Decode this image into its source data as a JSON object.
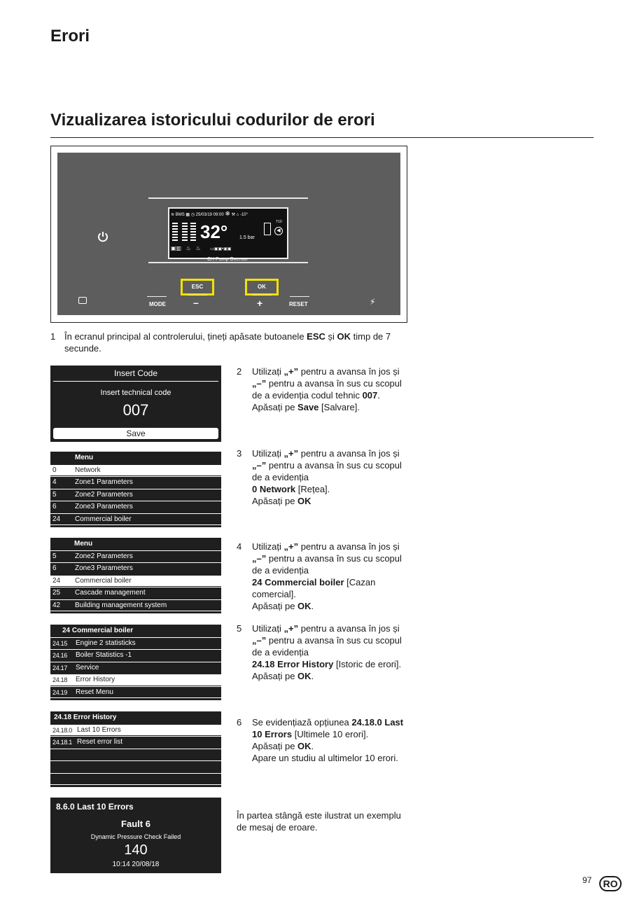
{
  "headings": {
    "section": "Erori",
    "title": "Vizualizarea istoricului codurilor de erori"
  },
  "controller": {
    "date_time": "25/03/19 09:00",
    "outdoor": "-10°",
    "temperature": "32°",
    "pressure": "1.5 bar",
    "t10": "T10",
    "status": "CH Pump Overrun",
    "bms": "BMS",
    "buttons": {
      "esc": "ESC",
      "ok": "OK",
      "mode": "MODE",
      "minus": "–",
      "plus": "+",
      "reset": "RESET"
    },
    "highlight_color": "#f2e100"
  },
  "steps": {
    "s1": {
      "num": "1",
      "p1": "În ecranul principal al controlerului, țineți apăsate butoanele ",
      "b1": "ESC",
      "p2": " și ",
      "b2": "OK",
      "p3": " timp de 7 secunde."
    },
    "s2": {
      "num": "2",
      "p1": "Utilizați ",
      "b1": "„+”",
      "p2": " pentru a avansa în jos și ",
      "b2": "„–”",
      "p3": " pentru a avansa în sus cu scopul de a evidenția codul tehnic ",
      "b3": "007",
      "p4": ".",
      "p5": "Apăsați pe ",
      "b4": "Save",
      "p6": " [Salvare]."
    },
    "s3": {
      "num": "3",
      "p1": "Utilizați ",
      "b1": "„+”",
      "p2": " pentru a avansa în jos și ",
      "b2": "„–”",
      "p3": " pentru a avansa în sus cu scopul de a evidenția",
      "b3": "0 Network",
      "p4": " [Rețea].",
      "p5": "Apăsați pe ",
      "b4": "OK"
    },
    "s4": {
      "num": "4",
      "p1": "Utilizați ",
      "b1": "„+”",
      "p2": " pentru a avansa în jos și ",
      "b2": "„–”",
      "p3": " pentru a avansa în sus cu scopul de a evidenția",
      "b3": "24 Commercial boiler",
      "p4": " [Cazan comercial].",
      "p5": "Apăsați pe ",
      "b4": "OK",
      "p6": "."
    },
    "s5": {
      "num": "5",
      "p1": "Utilizați ",
      "b1": "„+”",
      "p2": " pentru a avansa în jos și ",
      "b2": "„–”",
      "p3": " pentru a avansa în sus cu scopul de a evidenția",
      "b3": "24.18 Error History",
      "p4": " [Istoric de erori].",
      "p5": "Apăsați pe ",
      "b4": "OK",
      "p6": "."
    },
    "s6": {
      "num": "6",
      "p1": "Se evidențiază opțiunea ",
      "b1": "24.18.0 Last 10 Errors",
      "p2": " [Ultimele 10 erori].",
      "p3": "Apăsați pe ",
      "b2": "OK",
      "p4": ".",
      "p5": "Apare un studiu al ultimelor 10 erori."
    },
    "note": "În partea stângă este ilustrat un exemplu de mesaj de eroare."
  },
  "screens": {
    "insert_code": {
      "title": "Insert Code",
      "label": "Insert technical code",
      "value": "007",
      "save": "Save"
    },
    "menu1": {
      "title": "Menu",
      "rows": [
        [
          "0",
          "Network"
        ],
        [
          "4",
          "Zone1 Parameters"
        ],
        [
          "5",
          "Zone2 Parameters"
        ],
        [
          "6",
          "Zone3 Parameters"
        ],
        [
          "24",
          "Commercial boiler"
        ]
      ]
    },
    "menu2": {
      "title": "Menu",
      "rows": [
        [
          "5",
          "Zone2 Parameters"
        ],
        [
          "6",
          "Zone3 Parameters"
        ],
        [
          "24",
          "Commercial boiler"
        ],
        [
          "25",
          "Cascade management"
        ],
        [
          "42",
          "Building management system"
        ]
      ]
    },
    "boiler": {
      "title": "24  Commercial boiler",
      "rows": [
        [
          "24.15",
          "Engine 2 statisticks"
        ],
        [
          "24.16",
          "Boiler Statistics -1"
        ],
        [
          "24.17",
          "Service"
        ],
        [
          "24.18",
          "Error History"
        ],
        [
          "24.19",
          "Reset Menu"
        ]
      ]
    },
    "history": {
      "title": "24.18  Error History",
      "rows": [
        [
          "24.18.0",
          "Last 10 Errors"
        ],
        [
          "24.18.1",
          "Reset error list"
        ]
      ]
    },
    "error": {
      "title": "8.6.0  Last 10 Errors",
      "fault": "Fault   6",
      "desc": "Dynamic Pressure Check Failed",
      "number": "140",
      "time": "10:14  20/08/18"
    }
  },
  "footer": {
    "page": "97",
    "lang": "RO"
  }
}
